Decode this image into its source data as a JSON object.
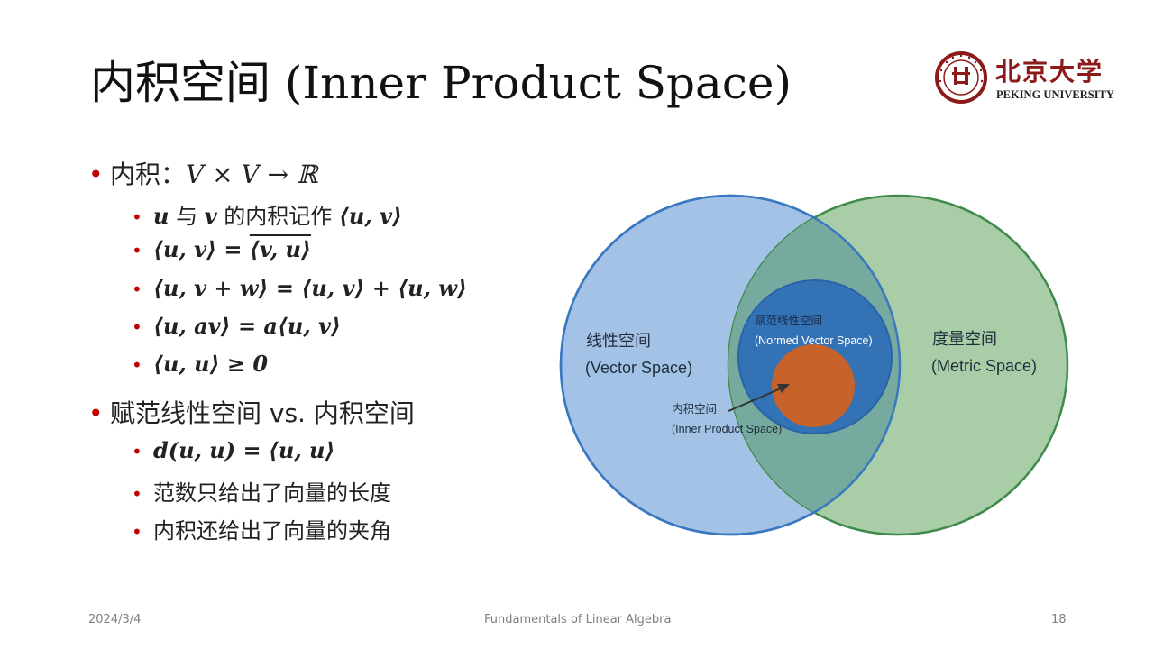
{
  "title": "内积空间 (Inner Product Space)",
  "logo": {
    "name_cn": "北京大学",
    "name_en": "PEKING UNIVERSITY"
  },
  "bullets": {
    "b1_label": "内积：",
    "b1_math": "V × V → ℝ",
    "b1_1": {
      "u": "u",
      "mid": " 与 ",
      "v": "v",
      "tail": " 的内积记作 ",
      "math": "⟨u, v⟩"
    },
    "b1_2": {
      "lhs": "⟨u, v⟩ = ",
      "rhs": "⟨v, u⟩"
    },
    "b1_3": "⟨u, v + w⟩ = ⟨u, v⟩ + ⟨u, w⟩",
    "b1_4": "⟨u, av⟩ = a⟨u, v⟩",
    "b1_5": "⟨u, u⟩ ≥ 0",
    "b2_label": "赋范线性空间 vs. 内积空间",
    "b2_1": "d(u, u) = ⟨u, u⟩",
    "b2_2": "范数只给出了向量的长度",
    "b2_3": "内积还给出了向量的夹角"
  },
  "diagram": {
    "vector_space": {
      "cn": "线性空间",
      "en": "(Vector Space)"
    },
    "metric_space": {
      "cn": "度量空间",
      "en": "(Metric Space)"
    },
    "normed_space": {
      "cn": "赋范线性空间",
      "en": "(Normed Vector Space)"
    },
    "inner_space": {
      "cn": "内积空间",
      "en": "(Inner Product Space)"
    },
    "colors": {
      "vector_fill": "#a4c2e6",
      "vector_stroke": "#3a78c2",
      "metric_fill": "#a9cda6",
      "metric_stroke": "#3e8b4b",
      "overlap_fill": "#76aa9e",
      "normed_fill": "#3472b6",
      "normed_stroke": "#2a64a8",
      "inner_fill": "#c7622b"
    }
  },
  "footer": {
    "date": "2024/3/4",
    "course": "Fundamentals of Linear Algebra",
    "page": "18"
  }
}
